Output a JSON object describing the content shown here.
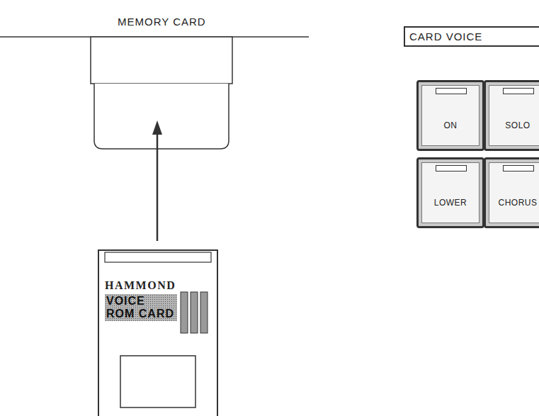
{
  "diagram": {
    "nodes": [
      {
        "text": [
          "CARD VOICE"
        ]
      },
      {
        "text": [
          "ON"
        ]
      },
      {
        "text": [
          "SOLO"
        ]
      },
      {
        "text": [
          "LOWER"
        ]
      },
      {
        "text": [
          "CHORUS"
        ]
      },
      {
        "text": [
          "HAMMOND",
          "VOICE ROM CARD"
        ]
      }
    ],
    "labels": [
      "MEMORY CARD"
    ]
  }
}
